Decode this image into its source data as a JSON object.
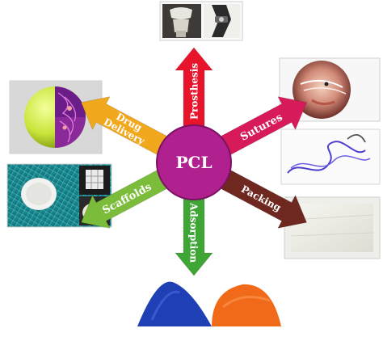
{
  "center_label": "PCL",
  "arrows": [
    {
      "id": "prosthesis",
      "label": "Prosthesis",
      "color": "#e8142b"
    },
    {
      "id": "sutures",
      "label": "Sutures",
      "color": "#d61a5a"
    },
    {
      "id": "packing",
      "label": "Packing",
      "color": "#6e2820"
    },
    {
      "id": "adsorption",
      "label": "Adsorption",
      "color": "#3fa535"
    },
    {
      "id": "scaffolds",
      "label": "Scaffolds",
      "color": "#7bbd3a"
    },
    {
      "id": "drug_delivery",
      "label": "Drug Delivery",
      "label_lines": [
        "Drug",
        "Delivery"
      ],
      "color": "#f2a81d"
    }
  ],
  "colors": {
    "center_fill": "#b0208f",
    "center_stroke": "#7a1264",
    "label_text": "#ffffff",
    "powder_blue": "#1f3fb5",
    "powder_orange": "#f06a1a"
  },
  "images": [
    {
      "id": "knee-prosthesis",
      "icon": "knee-implant-and-brace"
    },
    {
      "id": "arthroscopy",
      "icon": "arthroscopic-suture-view"
    },
    {
      "id": "suture-thread",
      "icon": "blue-suture-with-needle"
    },
    {
      "id": "gauze-packing",
      "icon": "gauze-pad"
    },
    {
      "id": "powders",
      "icon": "blue-and-orange-powder"
    },
    {
      "id": "scaffold",
      "icon": "porous-scaffold-samples"
    },
    {
      "id": "nanosphere",
      "icon": "drug-delivery-sphere"
    }
  ]
}
